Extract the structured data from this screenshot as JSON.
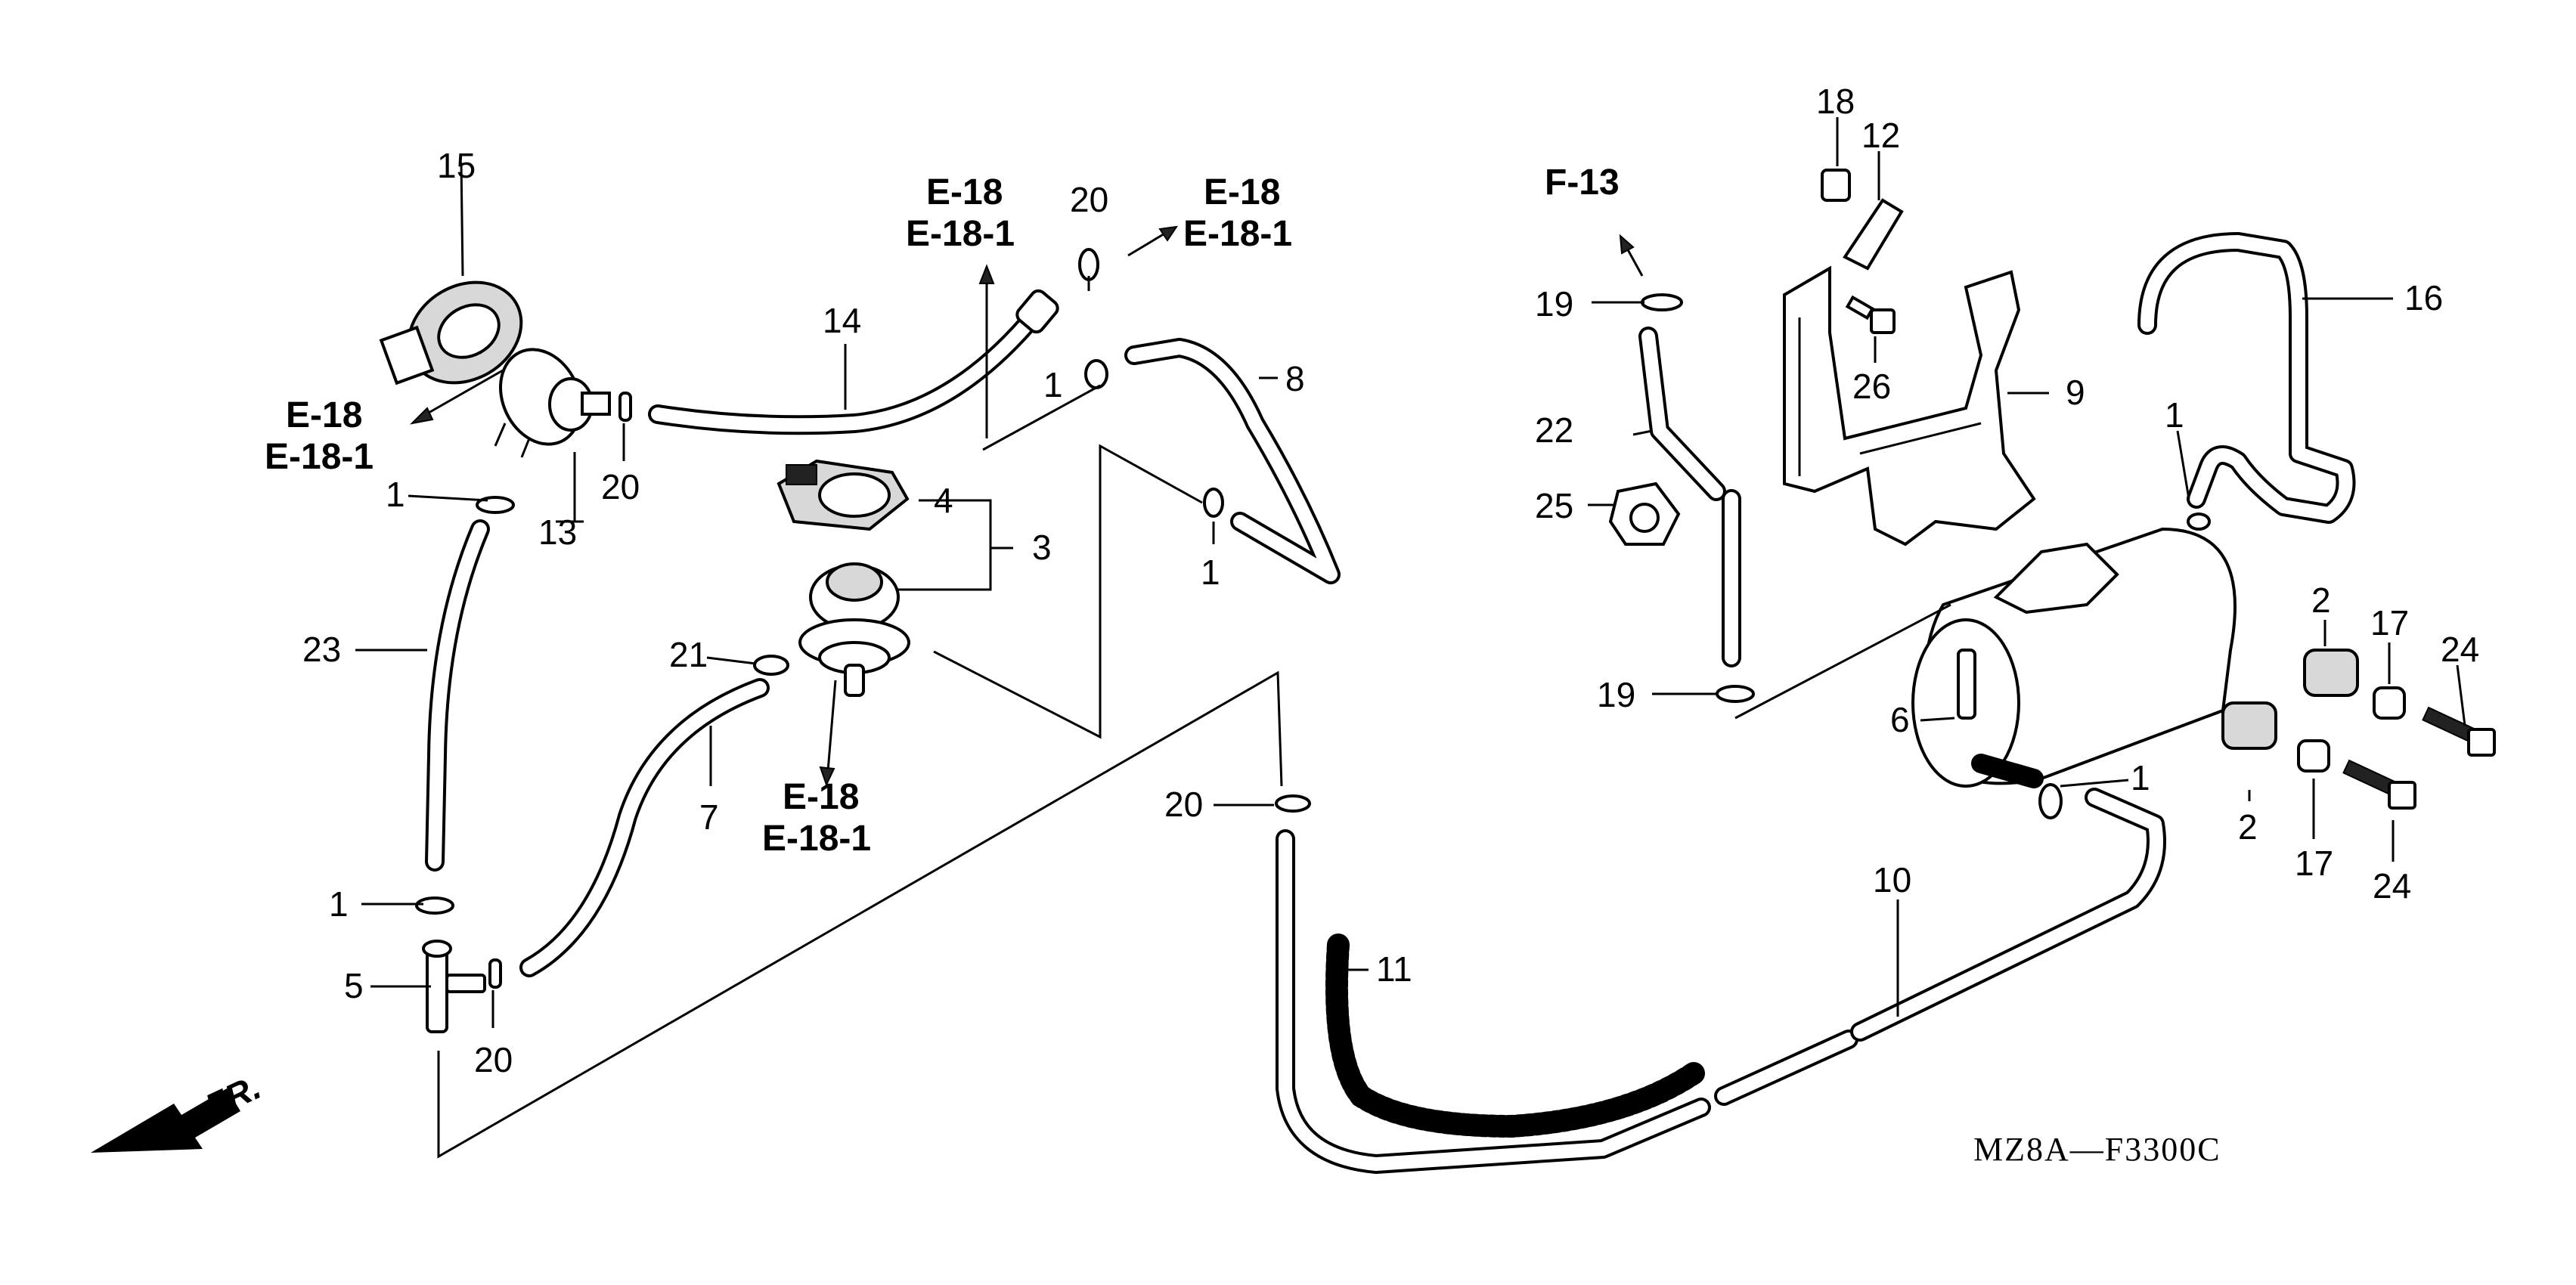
{
  "diagram": {
    "code": "MZ8A—F3300C",
    "front_label": "FR.",
    "part_labels": {
      "p15": "15",
      "p13": "13",
      "p20a": "20",
      "p1a": "1",
      "p23": "23",
      "p1b": "1",
      "p5": "5",
      "p20b": "20",
      "p14": "14",
      "p20c": "20",
      "p1c": "1",
      "p8": "8",
      "p1d": "1",
      "p4": "4",
      "p3": "3",
      "p21": "21",
      "p7": "7",
      "p20d": "20",
      "p11": "11",
      "p10": "10",
      "p18": "18",
      "p12": "12",
      "p26": "26",
      "p9": "9",
      "p16": "16",
      "p19a": "19",
      "p22": "22",
      "p25": "25",
      "p19b": "19",
      "p1e": "1",
      "p6": "6",
      "p1f": "1",
      "p2a": "2",
      "p17a": "17",
      "p24a": "24",
      "p2b": "2",
      "p17b": "17",
      "p24b": "24"
    },
    "refs": {
      "r1_top": "E-18",
      "r1_bot": "E-18-1",
      "r2_top": "E-18",
      "r2_bot": "E-18-1",
      "r3_top": "E-18",
      "r3_bot": "E-18-1",
      "r4_top": "E-18",
      "r4_bot": "E-18-1",
      "r5": "F-13"
    }
  }
}
